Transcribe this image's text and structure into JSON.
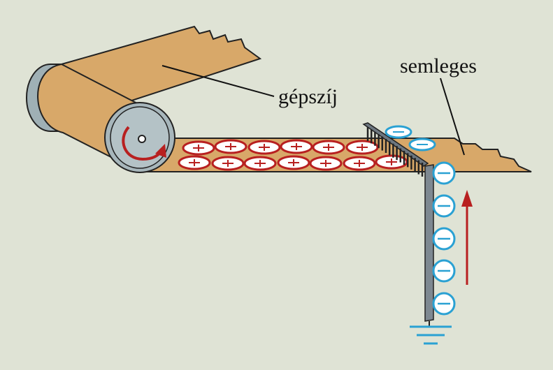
{
  "labels": {
    "belt": "gépszíj",
    "neutral": "semleges"
  },
  "colors": {
    "background": "#dfe3d5",
    "belt": "#d8a869",
    "belt_edge": "#222222",
    "roller": "#a7b6bb",
    "positive_charge": "#b82020",
    "negative_charge": "#2aa1d3",
    "arrow": "#b82020",
    "comb": "#6d7780",
    "ground": "#2aa1d3"
  },
  "icons": {
    "positive": "plus-sign",
    "negative": "minus-sign",
    "rotation": "curved-arrow",
    "ground": "ground-symbol"
  }
}
